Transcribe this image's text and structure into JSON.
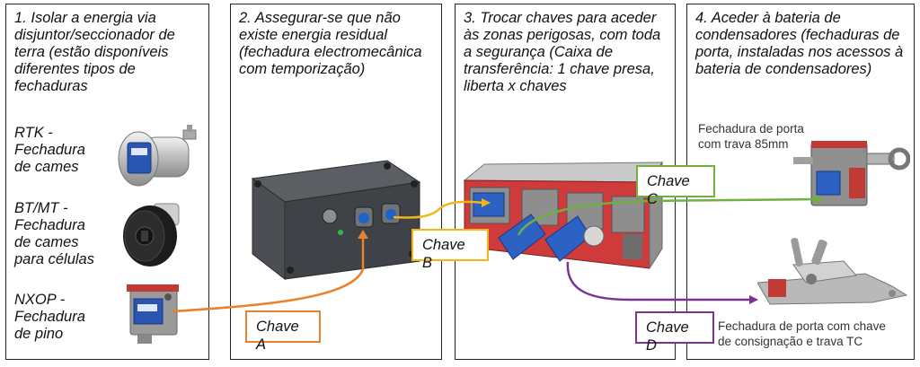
{
  "panels": [
    {
      "step": "1.",
      "text": "Isolar a energia via disjuntor/seccionador de terra (estão disponíveis diferentes tipos de fechaduras"
    },
    {
      "step": "2.",
      "text": "Assegurar-se que não existe energia residual (fechadura electromecânica com temporização)"
    },
    {
      "step": "3.",
      "text": "Trocar chaves para aceder às zonas perigosas, com toda a segurança (Caixa de transferência: 1 chave presa, liberta x chaves"
    },
    {
      "step": "4.",
      "text": "Aceder à bateria de condensadores (fechaduras de porta, instaladas nos acessos à bateria de condensadores)"
    }
  ],
  "locks": [
    {
      "name": "RTK - Fechadura de cames"
    },
    {
      "name": "BT/MT - Fechadura de cames para células"
    },
    {
      "name": "NXOP - Fechadura de pino"
    }
  ],
  "door_locks": {
    "top": "Fechadura de porta com trava 85mm",
    "bottom": "Fechadura de porta com chave de consignação e trava TC"
  },
  "keys": {
    "a": {
      "label": "Chave A",
      "color": "#e8822e"
    },
    "b": {
      "label": "Chave B",
      "color": "#f2b619"
    },
    "c": {
      "label": "Chave C",
      "color": "#6fb040"
    },
    "d": {
      "label": "Chave D",
      "color": "#7a3294"
    }
  }
}
